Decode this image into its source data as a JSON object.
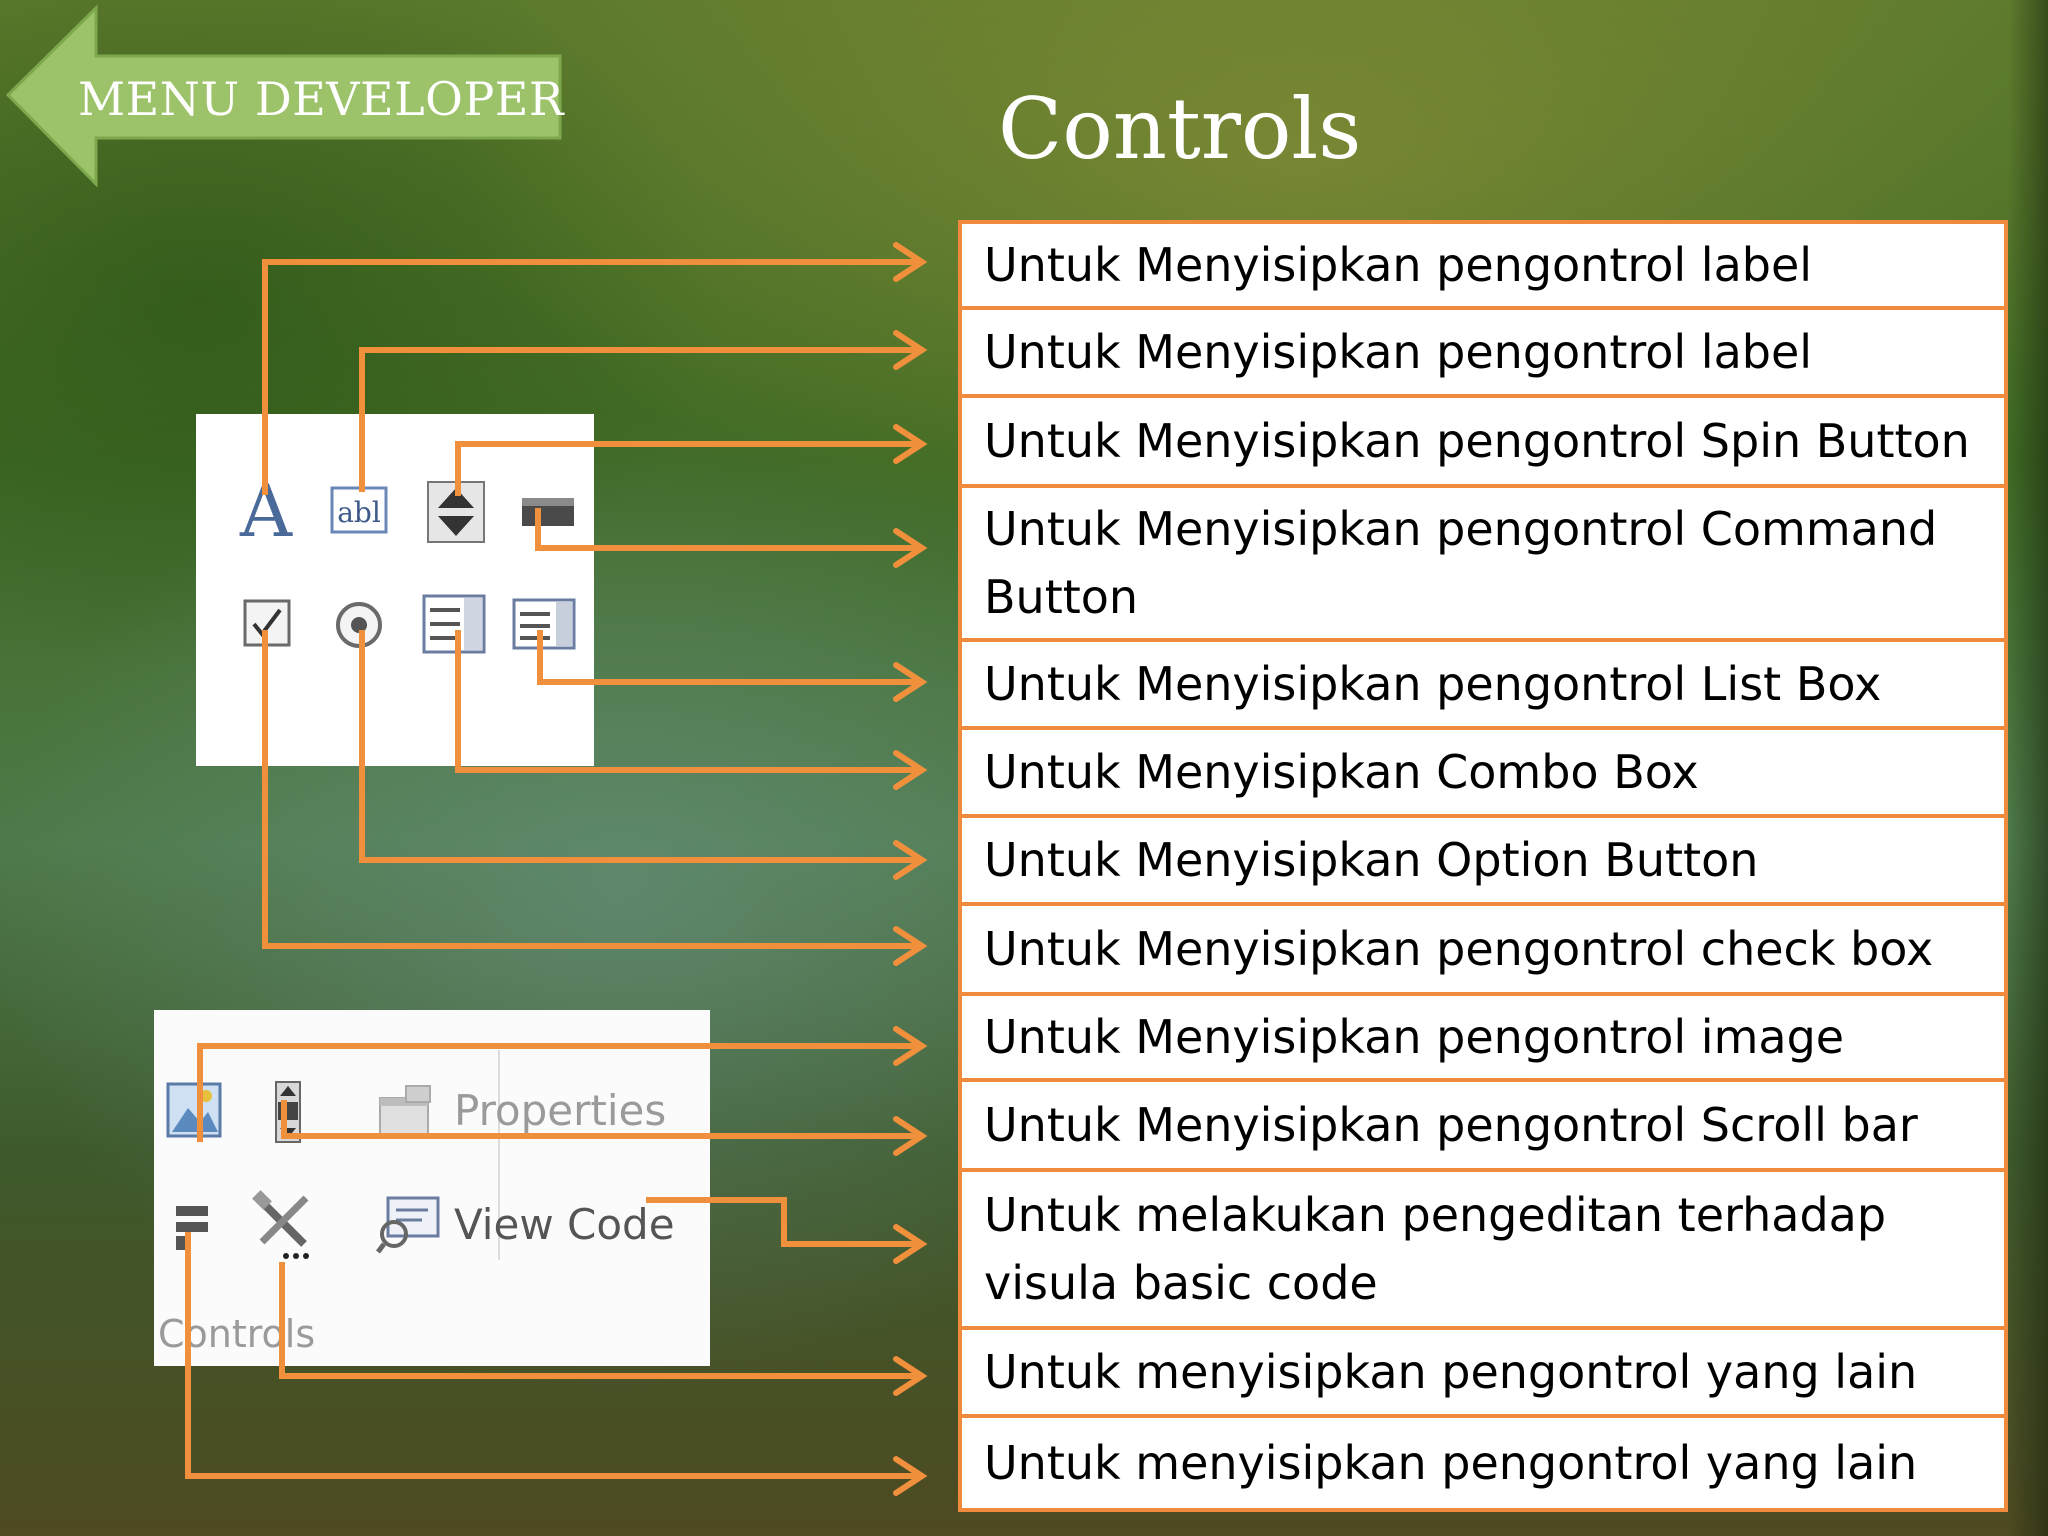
{
  "back_button": {
    "label": "MENU DEVELOPER"
  },
  "title": "Controls",
  "toolbar": {
    "properties_label": "Properties",
    "view_code_label": "View Code",
    "group_label": "Controls"
  },
  "descriptions": [
    "Untuk Menyisipkan pengontrol label",
    "Untuk Menyisipkan pengontrol label",
    "Untuk Menyisipkan pengontrol Spin Button",
    "Untuk Menyisipkan pengontrol Command Button",
    "Untuk Menyisipkan pengontrol List Box",
    "Untuk Menyisipkan Combo Box",
    "Untuk Menyisipkan Option Button",
    "Untuk Menyisipkan pengontrol check box",
    "Untuk Menyisipkan pengontrol image",
    "Untuk Menyisipkan pengontrol Scroll bar",
    "Untuk melakukan pengeditan terhadap visula basic code",
    "Untuk menyisipkan pengontrol yang lain",
    "Untuk menyisipkan pengontrol yang lain"
  ],
  "colors": {
    "accent": "#f08a3c",
    "arrow_green": "#8fbf5a",
    "box_bg": "#ffffff"
  }
}
